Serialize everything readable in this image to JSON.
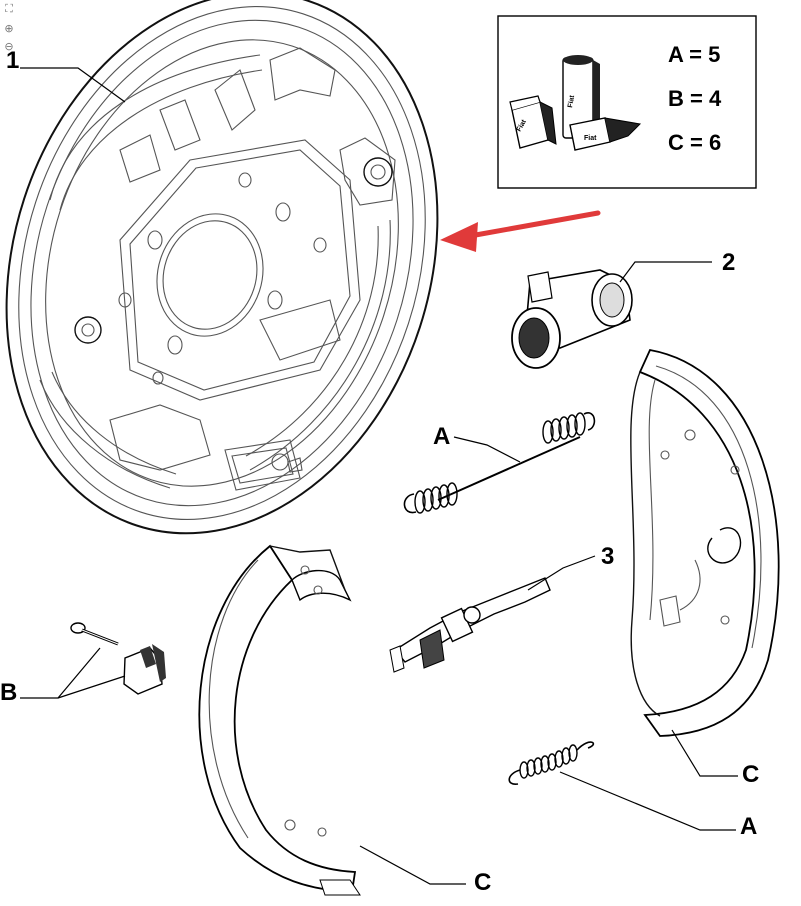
{
  "viewer": {
    "controls": [
      {
        "name": "fit-icon",
        "glyph": "⛶"
      },
      {
        "name": "zoom-in-icon",
        "glyph": "⊕"
      },
      {
        "name": "zoom-out-icon",
        "glyph": "⊖"
      }
    ]
  },
  "callouts": {
    "backing_plate": "1",
    "wheel_cylinder": "2",
    "adjuster": "3",
    "spring_upper": "A",
    "spring_lower": "A",
    "hold_down_kit": "B",
    "shoe_left": "C",
    "shoe_right": "C"
  },
  "kit_legend": {
    "rows": [
      {
        "text": "A = 5"
      },
      {
        "text": "B = 4"
      },
      {
        "text": "C = 6"
      }
    ],
    "box_brand": "Fiat"
  },
  "colors": {
    "arrow": "#e03a3a",
    "line": "#000000",
    "part_stroke": "#555555"
  }
}
